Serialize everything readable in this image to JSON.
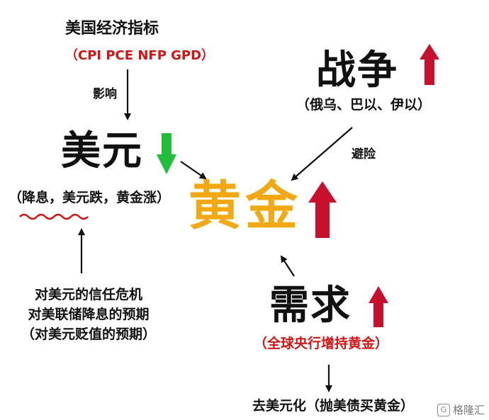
{
  "nodes": {
    "us_indicators": {
      "title": "美国经济指标",
      "detail": "（CPI PCE NFP GPD）"
    },
    "usd": {
      "title": "美元",
      "detail": "（降息，美元跌，黄金涨）"
    },
    "war": {
      "title": "战争",
      "detail": "（俄乌、巴以、伊以）"
    },
    "gold": {
      "title": "黄金"
    },
    "demand": {
      "title": "需求",
      "detail": "（全球央行增持黄金）"
    },
    "dedollar": {
      "title": "去美元化（抛美债买黄金）"
    },
    "usd_trust": {
      "lines": [
        "对美元的信任危机",
        "对美联储降息的预期",
        "（对美元贬值的预期）"
      ]
    }
  },
  "edge_labels": {
    "influence": "影响",
    "hedge": "避险"
  },
  "trends": {
    "usd": "down",
    "war": "up",
    "gold": "up",
    "demand": "up"
  },
  "colors": {
    "up_arrow": "#c8102e",
    "down_arrow": "#1fbf3a",
    "gold_text": "#f2a812",
    "accent_red": "#d11414"
  },
  "watermark": {
    "logo": "G",
    "text": "格隆汇"
  }
}
